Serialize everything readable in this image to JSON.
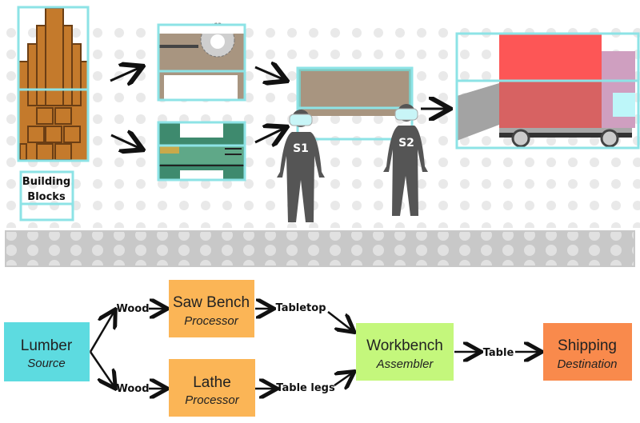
{
  "scene": {
    "building_blocks_label_line1": "Building",
    "building_blocks_label_line2": "Blocks",
    "worker_1": "S1",
    "worker_2": "S2"
  },
  "flow": {
    "nodes": [
      {
        "title": "Lumber",
        "role": "Source",
        "color": "#5ddbe0"
      },
      {
        "title": "Saw Bench",
        "role": "Processor",
        "color": "#fbb556"
      },
      {
        "title": "Lathe",
        "role": "Processor",
        "color": "#fbb556"
      },
      {
        "title": "Workbench",
        "role": "Assembler",
        "color": "#c4f77c"
      },
      {
        "title": "Shipping",
        "role": "Destination",
        "color": "#f98a4c"
      }
    ],
    "edges": [
      {
        "label": "Wood"
      },
      {
        "label": "Wood"
      },
      {
        "label": "Tabletop"
      },
      {
        "label": "Table legs"
      },
      {
        "label": "Table"
      }
    ]
  }
}
